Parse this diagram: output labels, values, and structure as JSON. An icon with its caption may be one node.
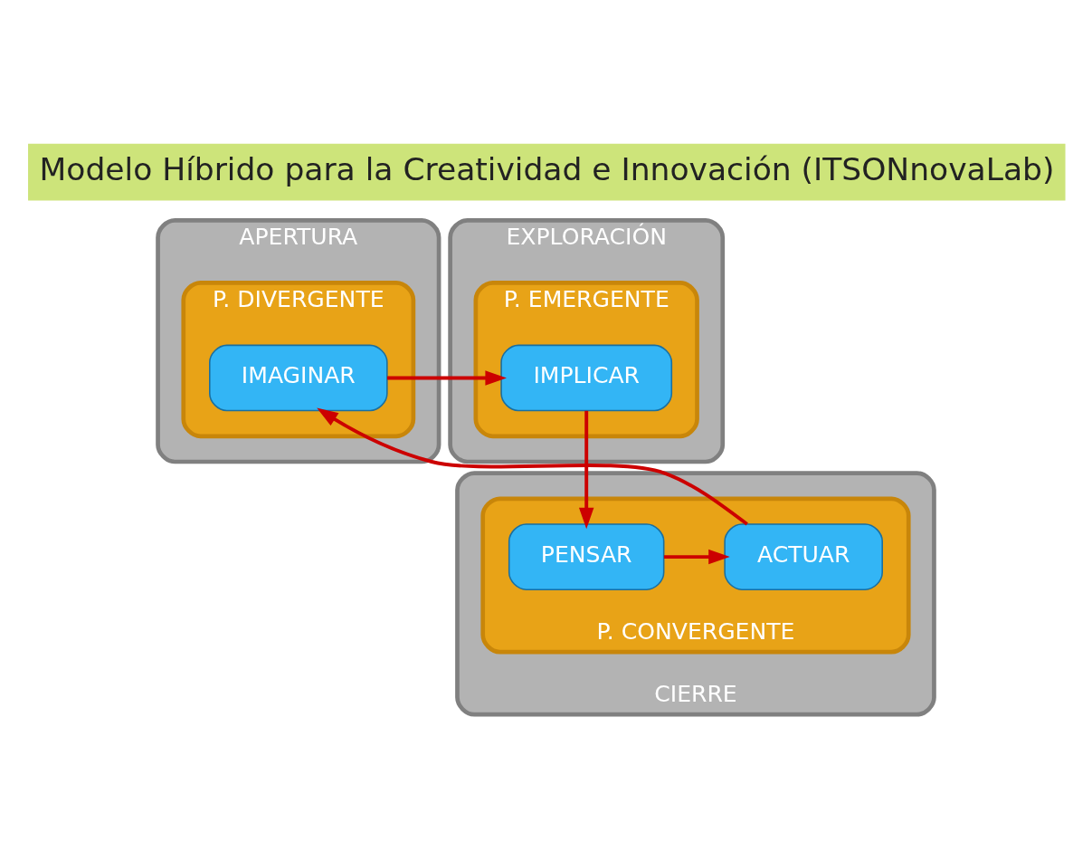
{
  "diagram": {
    "title": "Modelo Híbrido para la Creatividad e Innovación (ITSONnovaLab)",
    "nodes": [
      {
        "text": [
          "APERTURA"
        ]
      },
      {
        "text": [
          "P. DIVERGENTE"
        ],
        "in": 0
      },
      {
        "text": [
          "IMAGINAR"
        ],
        "in": 1
      },
      {
        "text": [
          "EXPLORACIÓN"
        ]
      },
      {
        "text": [
          "P. EMERGENTE"
        ],
        "in": 3
      },
      {
        "text": [
          "IMPLICAR"
        ],
        "in": 4
      },
      {
        "text": [
          "CIERRE"
        ]
      },
      {
        "text": [
          "P. CONVERGENTE"
        ],
        "in": 6
      },
      {
        "text": [
          "ACTUAR"
        ],
        "in": 7
      },
      {
        "text": [
          "PENSAR"
        ],
        "in": 7
      }
    ],
    "edges": [
      {
        "from": 2,
        "to": 5,
        "arrow": "to"
      },
      {
        "from": 5,
        "to": 9,
        "arrow": "to"
      },
      {
        "from": 9,
        "to": 8,
        "arrow": "to"
      },
      {
        "from": 8,
        "to": 2,
        "arrow": "to"
      }
    ]
  }
}
